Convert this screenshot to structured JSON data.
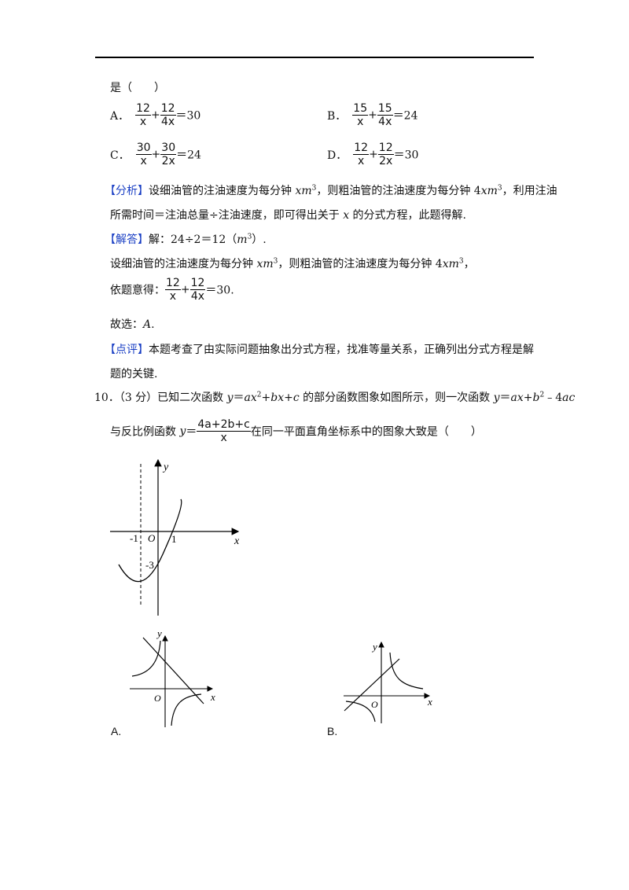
{
  "stem_tail": "是（　　）",
  "options9": [
    {
      "letter": "A．",
      "t1n": "12",
      "t1d": "x",
      "op": "+",
      "t2n": "12",
      "t2d": "4x",
      "rhs": "＝30"
    },
    {
      "letter": "B．",
      "t1n": "15",
      "t1d": "x",
      "op": "+",
      "t2n": "15",
      "t2d": "4x",
      "rhs": "＝24"
    },
    {
      "letter": "C．",
      "t1n": "30",
      "t1d": "x",
      "op": "+",
      "t2n": "30",
      "t2d": "2x",
      "rhs": "＝24"
    },
    {
      "letter": "D．",
      "t1n": "12",
      "t1d": "x",
      "op": "+",
      "t2n": "12",
      "t2d": "2x",
      "rhs": "＝30"
    }
  ],
  "analysis": {
    "tag": "【分析】",
    "line1a": "设细油管的注油速度为每分钟 ",
    "var1": "xm",
    "sup": "3",
    "line1b": "，则粗油管的注油速度为每分钟 4",
    "var2": "xm",
    "line1c": "，利用注油",
    "line2a": "所需时间＝注油总量÷注油速度，即可得出关于 ",
    "line2var": "x",
    "line2b": " 的分式方程，此题得解."
  },
  "solution": {
    "tag": "【解答】",
    "l1a": "解：24÷2＝12（",
    "l1var": "m",
    "l1b": "）.",
    "l2a": "设细油管的注油速度为每分钟 ",
    "l2var1": "xm",
    "l2b": "，则粗油管的注油速度为每分钟 4",
    "l2var2": "xm",
    "l2c": "，",
    "l3a": "依题意得：",
    "l3n1": "12",
    "l3d1": "x",
    "l3op": "+",
    "l3n2": "12",
    "l3d2": "4x",
    "l3rhs": "＝30.",
    "l4a": "故选：",
    "l4var": "A",
    "l4b": "."
  },
  "comment": {
    "tag": "【点评】",
    "l1": "本题考查了由实际问题抽象出分式方程，找准等量关系，正确列出分式方程是解",
    "l2": "题的关键."
  },
  "q10": {
    "num": "10．（3 分）已知二次函数 ",
    "f1": "y",
    "f2": "＝",
    "f3": "ax",
    "f4": "2",
    "f5": "+",
    "f6": "bx",
    "f7": "+",
    "f8": "c",
    "mid": " 的部分函数图象如图所示，则一次函数 ",
    "g1": "y",
    "g2": "＝",
    "g3": "ax",
    "g4": "+",
    "g5": "b",
    "g6": "2",
    "g7": "﹣4",
    "g8": "ac",
    "l2a": "与反比例函数 ",
    "l2y": "y",
    "l2eq": "＝",
    "l2num": "4a+2b+c",
    "l2den": "x",
    "l2b": "在同一平面直角坐标系中的图象大致是（　　）"
  },
  "graph_main": {
    "y": "y",
    "x": "x",
    "o": "O",
    "neg1": "-1",
    "one": "1",
    "neg3": "-3"
  },
  "graph_a": {
    "y": "y",
    "x": "x",
    "o": "O",
    "caption": "A."
  },
  "graph_b": {
    "y": "y",
    "x": "x",
    "o": "O",
    "caption": "B."
  }
}
